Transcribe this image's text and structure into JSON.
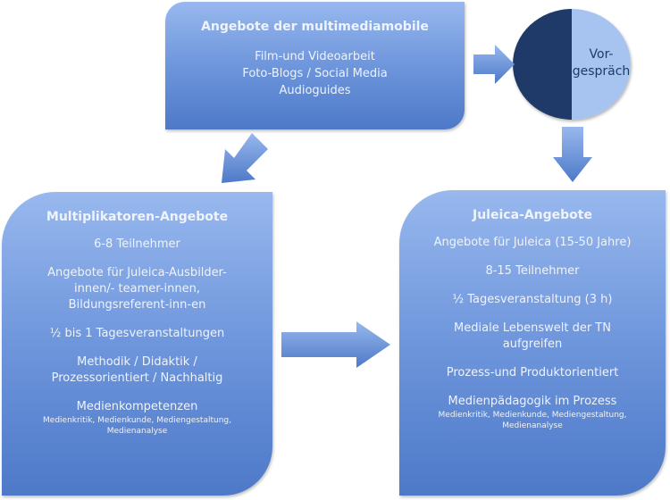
{
  "top_box": {
    "title": "Angebote der multimediamobile",
    "lines": [
      "Film-und Videoarbeit",
      "Foto-Blogs / Social Media",
      "Audioguides"
    ]
  },
  "circle": {
    "label_line1": "Vor-",
    "label_line2": "gespräch"
  },
  "left_box": {
    "title": "Multiplikatoren-Angebote",
    "items": [
      "6-8 Teilnehmer",
      "Angebote für Juleica-Ausbilder-",
      "innen/- teamer-innen,",
      "Bildungsreferent-inn-en",
      "½ bis 1 Tagesveranstaltungen",
      "Methodik / Didaktik /",
      "Prozessorientiert / Nachhaltig",
      "Medienkompetenzen"
    ],
    "small": [
      "Medienkritik, Medienkunde, Mediengestaltung,",
      "Medienanalyse"
    ]
  },
  "right_box": {
    "title": "Juleica-Angebote",
    "items": [
      "Angebote für Juleica (15-50 Jahre)",
      "8-15 Teilnehmer",
      "½ Tagesveranstaltung (3 h)",
      "Mediale Lebenswelt der TN",
      "aufgreifen",
      "Prozess-und Produktorientiert",
      "Medienpädagogik im Prozess"
    ],
    "small": [
      "Medienkritik, Medienkunde, Mediengestaltung,",
      "Medienanalyse"
    ]
  },
  "colors": {
    "box_light": "#98b8ee",
    "box_dark": "#4d79c8",
    "circle_dark": "#1f3a68",
    "circle_light": "#a7c3f0"
  }
}
